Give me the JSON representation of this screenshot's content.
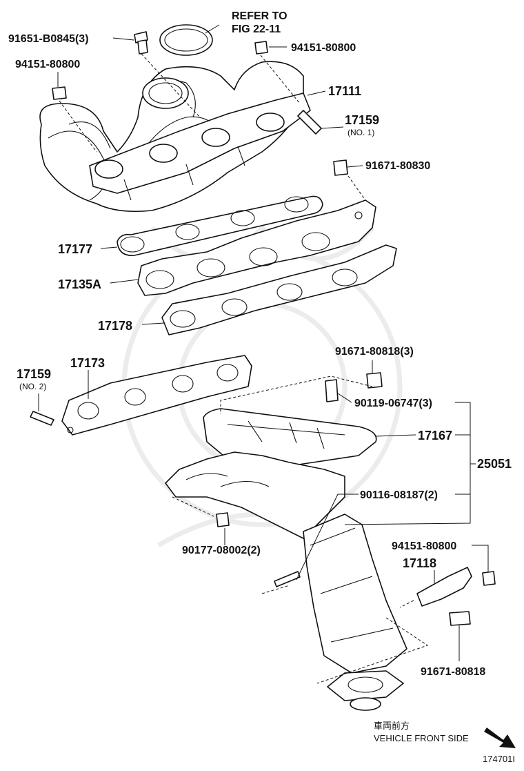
{
  "refer": {
    "line1": "REFER TO",
    "line2": "FIG 22-11"
  },
  "labels": {
    "p_91651_b0845": "91651-B0845(3)",
    "p_94151_80800_top": "94151-80800",
    "p_94151_80800_left": "94151-80800",
    "p_17111": "17111",
    "p_17159_no1": "17159",
    "p_17159_no1_sub": "(NO. 1)",
    "p_91671_80830": "91671-80830",
    "p_17177": "17177",
    "p_17135a": "17135A",
    "p_17178": "17178",
    "p_91671_80818_3": "91671-80818(3)",
    "p_17159_no2": "17159",
    "p_17159_no2_sub": "(NO. 2)",
    "p_17173": "17173",
    "p_90119_06747": "90119-06747(3)",
    "p_17167": "17167",
    "p_25051": "25051",
    "p_90116_08187": "90116-08187(2)",
    "p_90177_08002": "90177-08002(2)",
    "p_94151_80800_low": "94151-80800",
    "p_17118": "17118",
    "p_91671_80818": "91671-80818"
  },
  "direction": {
    "jp": "車両前方",
    "en": "VEHICLE FRONT SIDE"
  },
  "figure_id": "174701I",
  "colors": {
    "line": "#111111",
    "watermark": "#ececec",
    "background": "#ffffff"
  }
}
